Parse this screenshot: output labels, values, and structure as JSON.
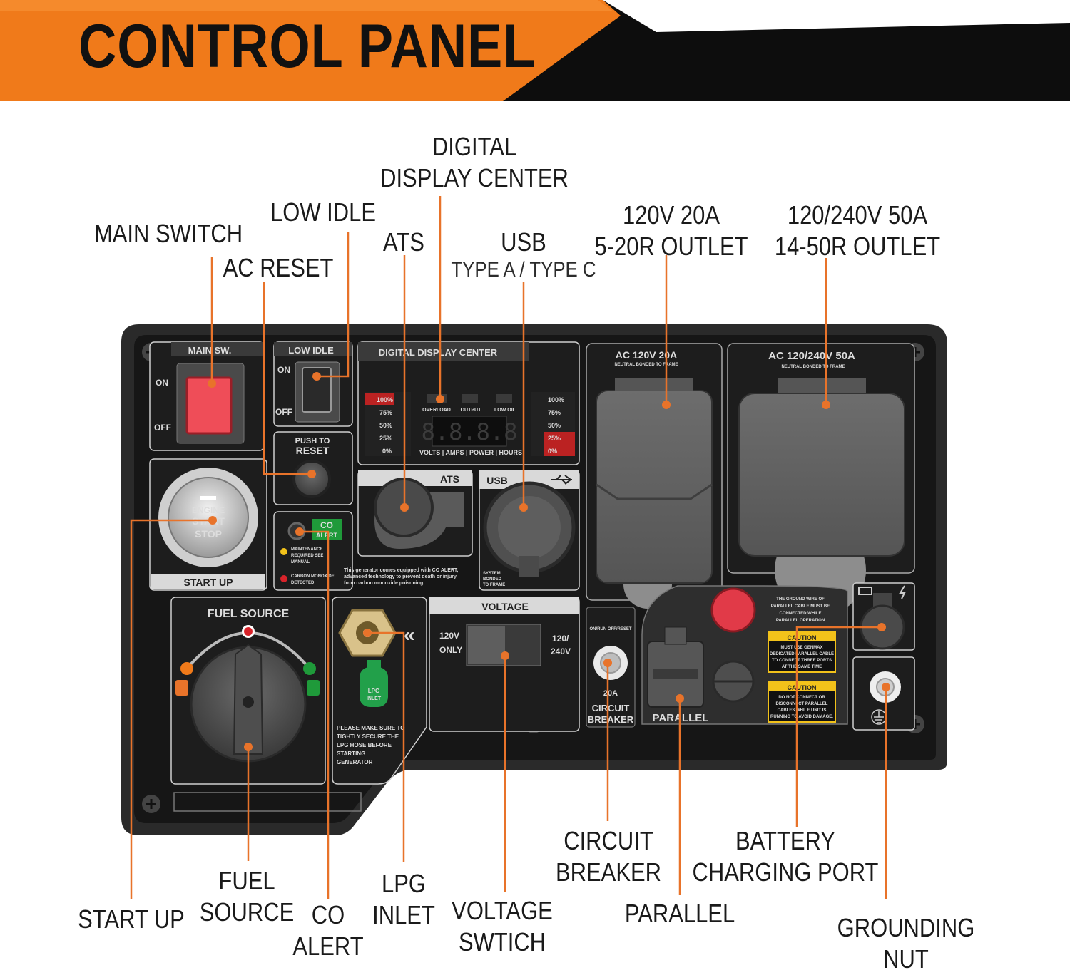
{
  "header": {
    "title": "CONTROL PANEL"
  },
  "colors": {
    "accent": "#f07a1a",
    "banner_dark": "#0d0d0d",
    "panel": "#1c1c1c",
    "label_line": "#e8732a"
  },
  "callouts": {
    "digital_display_center": {
      "line1": "DIGITAL",
      "line2": "DISPLAY CENTER"
    },
    "low_idle": "LOW IDLE",
    "main_switch": "MAIN SWITCH",
    "ac_reset": "AC RESET",
    "ats": "ATS",
    "usb": {
      "title": "USB",
      "subtitle": "TYPE A / TYPE C"
    },
    "outlet_120": {
      "line1": "120V 20A",
      "line2": "5-20R OUTLET"
    },
    "outlet_240": {
      "line1": "120/240V 50A",
      "line2": "14-50R OUTLET"
    },
    "start_up": "START UP",
    "fuel_source": {
      "line1": "FUEL",
      "line2": "SOURCE"
    },
    "co_alert": {
      "line1": "CO",
      "line2": "ALERT"
    },
    "lpg_inlet": {
      "line1": "LPG",
      "line2": "INLET"
    },
    "voltage_switch": {
      "line1": "VOLTAGE",
      "line2": "SWTICH"
    },
    "circuit_breaker": {
      "line1": "CIRCUIT",
      "line2": "BREAKER"
    },
    "parallel": "PARALLEL",
    "battery_charging_port": {
      "line1": "BATTERY",
      "line2": "CHARGING PORT"
    },
    "grounding_nut": {
      "line1": "GROUNDING",
      "line2": "NUT"
    }
  },
  "panel": {
    "main_sw": "MAIN SW.",
    "on": "ON",
    "off": "OFF",
    "low_idle": "LOW IDLE",
    "push_to": "PUSH TO",
    "reset": "RESET",
    "display_center": "DIGITAL DISPLAY CENTER",
    "levels": [
      "100%",
      "75%",
      "50%",
      "25%",
      "0%"
    ],
    "indicators": [
      "OVERLOAD",
      "OUTPUT",
      "LOW OIL"
    ],
    "readout": "8.8.8.8",
    "modes": "VOLTS | AMPS | POWER | HOURS",
    "engine": "ENGINE",
    "start": "START",
    "stop": "STOP",
    "start_up": "START UP",
    "co": "CO",
    "alert": "ALERT",
    "maintenance": "MAINTENANCE",
    "required_see": "REQUIRED SEE",
    "manual": "MANUAL",
    "carbon_monoxide": "CARBON MONOXIDE",
    "detected": "DETECTED",
    "co_notice_1": "This generator comes equipped with CO ALERT,",
    "co_notice_2": "advanced technology to prevent death or injury",
    "co_notice_3": "from carbon monoxide poisoning.",
    "ats": "ATS",
    "usb": "USB",
    "system": "SYSTEM",
    "bonded": "BONDED",
    "to_frame": "TO FRAME",
    "ac120_label": "AC 120V 20A",
    "ac240_label": "AC 120/240V 50A",
    "neutral_bonded": "NEUTRAL BONDED TO FRAME",
    "fuel_source": "FUEL SOURCE",
    "lpg": "LPG",
    "inlet": "INLET",
    "lpg_notice": [
      "PLEASE MAKE SURE TO",
      "TIGHTLY SECURE THE",
      "LPG HOSE BEFORE",
      "STARTING",
      "GENERATOR"
    ],
    "voltage": "VOLTAGE",
    "v120": "120V",
    "only": "ONLY",
    "v120_slash": "120/",
    "v240": "240V",
    "breaker_20a": "20A",
    "circuit": "CIRCUIT",
    "breaker": "BREAKER",
    "on_off_reset": "ON/RUN  OFF/RESET",
    "parallel": "PARALLEL",
    "caution": "CAUTION",
    "caution1": [
      "MUST USE GENMAX",
      "DEDICATED PARALLEL CABLE",
      "TO CONNECT THREE PORTS",
      "AT THE SAME TIME"
    ],
    "caution2": [
      "DO NOT CONNECT OR",
      "DISCONNECT PARALLEL",
      "CABLES WHILE UNIT IS",
      "RUNNING TO AVOID DAMAGE."
    ],
    "ground_notice": [
      "THE GROUND WIRE OF",
      "PARALLEL CABLE MUST BE",
      "CONNECTED WHILE",
      "PARALLEL OPERATION"
    ]
  }
}
